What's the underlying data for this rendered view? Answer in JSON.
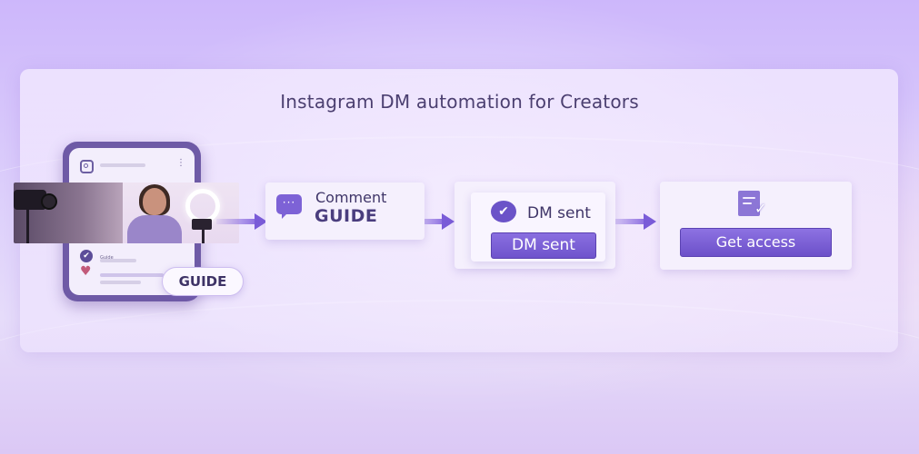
{
  "title": "Instagram DM automation for Creators",
  "phone": {
    "caption": "Guide",
    "bubble": "GUIDE"
  },
  "step_comment": {
    "label": "Comment",
    "keyword": "GUIDE"
  },
  "step_dm": {
    "label": "DM sent",
    "button": "DM sent"
  },
  "step_access": {
    "button": "Get access"
  },
  "colors": {
    "accent": "#7d62d6",
    "heading": "#4b3f70",
    "background": "#ddd0fb"
  },
  "icons": [
    "instagram-icon",
    "more-icon",
    "check-circle-icon",
    "heart-icon",
    "comment-icon",
    "check-icon",
    "document-check-icon",
    "arrow-right-icon"
  ]
}
